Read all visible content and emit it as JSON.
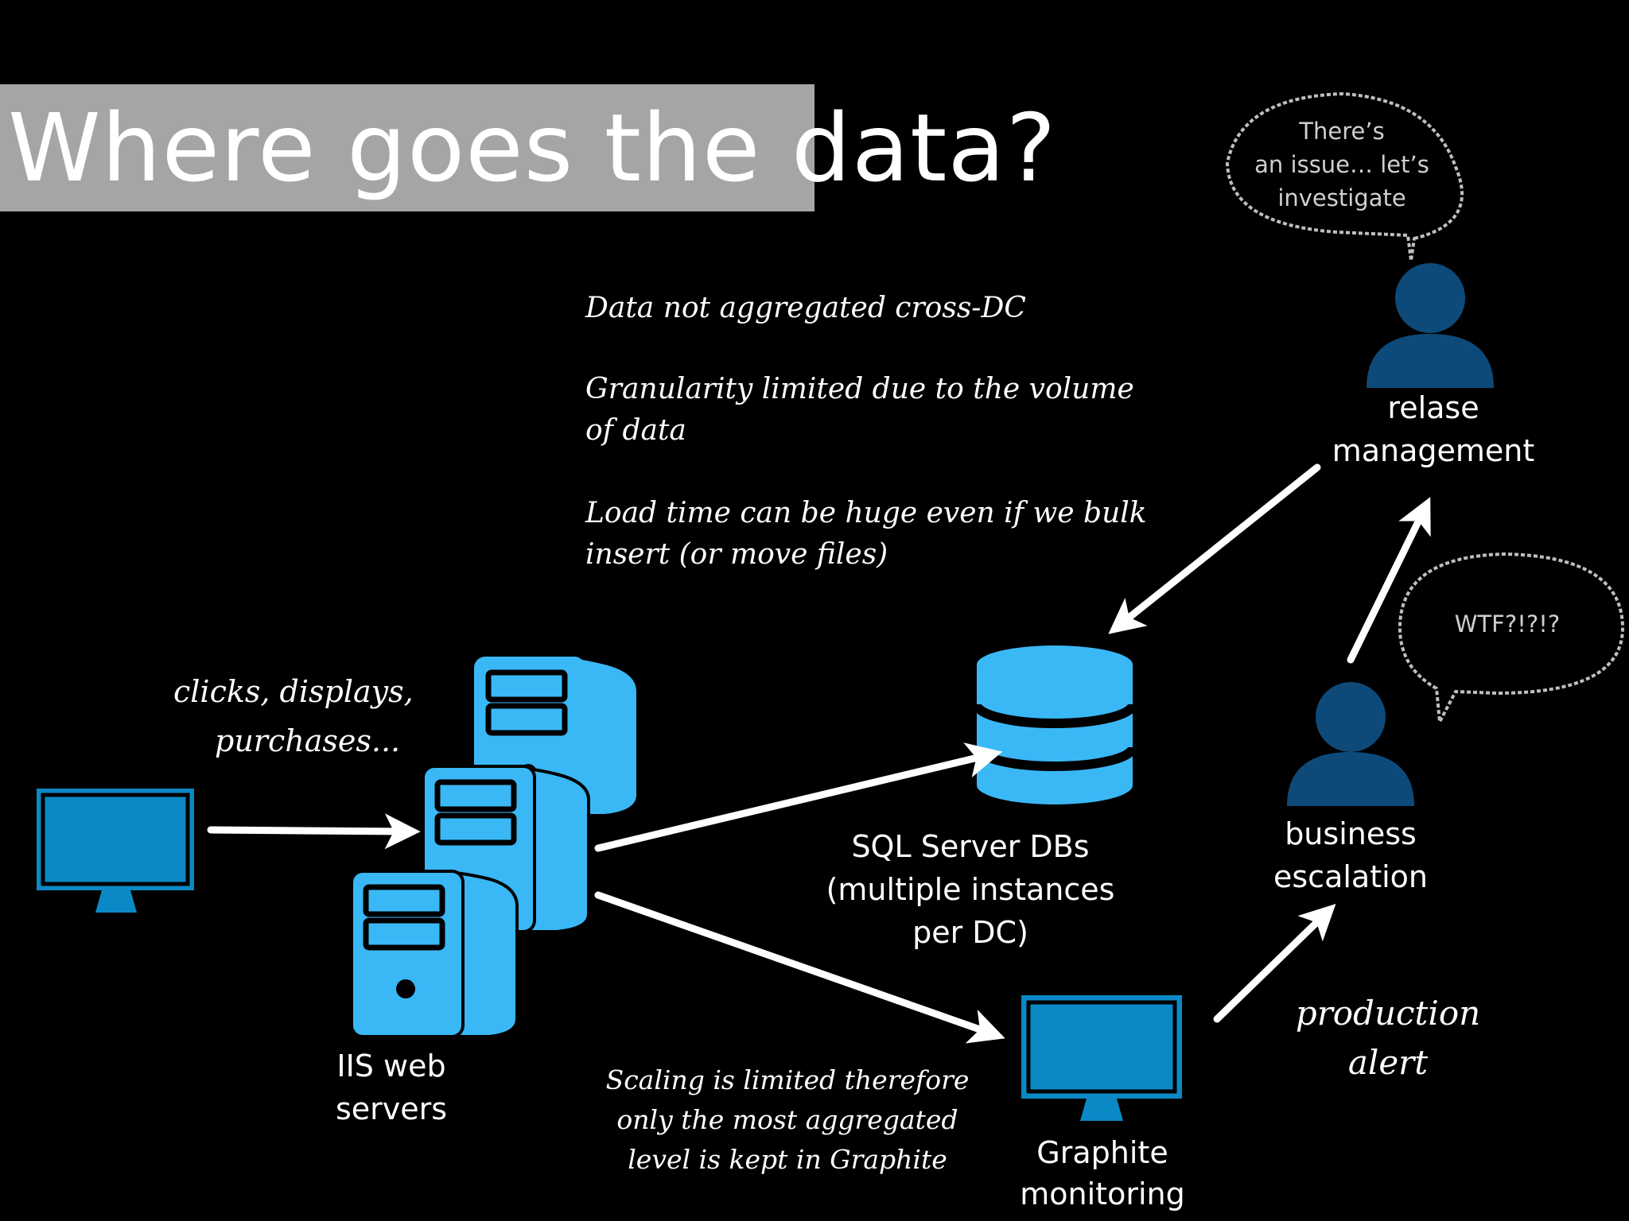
{
  "title": "Where goes the data?",
  "notes": {
    "line1": "Data not aggregated cross-DC",
    "line2a": "Granularity limited due to the volume",
    "line2b": "of data",
    "line3a": "Load time can be huge even if we bulk",
    "line3b": "insert (or move files)"
  },
  "user_actions": {
    "line1": "clicks, displays,",
    "line2": "purchases..."
  },
  "web_servers": {
    "line1": "IIS web",
    "line2": "servers"
  },
  "sql": {
    "line1": "SQL Server DBs",
    "line2": "(multiple instances",
    "line3": "per DC)"
  },
  "graphite": {
    "line1": "Graphite",
    "line2": "monitoring"
  },
  "scaling_note": {
    "line1": "Scaling is limited therefore",
    "line2": "only the most aggregated",
    "line3": "level is kept in Graphite"
  },
  "production_alert": {
    "line1": "production",
    "line2": "alert"
  },
  "business": {
    "line1": "business",
    "line2": "escalation"
  },
  "release": {
    "line1": "relase",
    "line2": "management"
  },
  "bubble_release": {
    "line1": "There’s",
    "line2": "an issue… let’s",
    "line3": "investigate"
  },
  "bubble_business": {
    "line1": "WTF?!?!?"
  },
  "colors": {
    "background": "#000000",
    "title_bar": "#a4a5a4",
    "server_blue": "#3ab8f6",
    "monitor_blue": "#0b89c6",
    "person_blue": "#0d4a7a",
    "bubble_stroke": "#bfbfbf",
    "text": "#ffffff"
  },
  "icons": {
    "client": "desktop-monitor-icon",
    "servers": "server-tower-icon",
    "database": "database-icon",
    "graphite": "desktop-monitor-icon",
    "person": "user-icon"
  }
}
